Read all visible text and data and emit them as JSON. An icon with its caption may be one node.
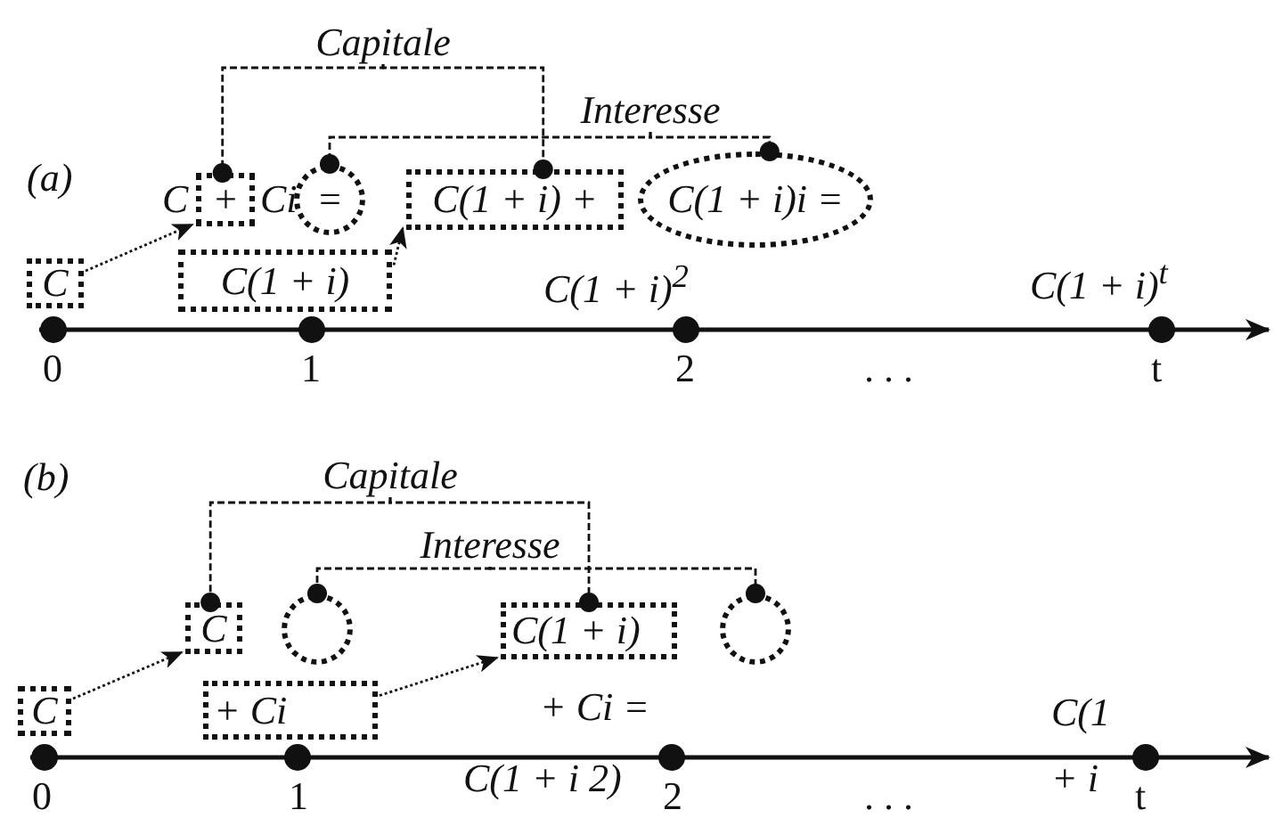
{
  "diagram": {
    "nodes": [
      {
        "text": [
          "C"
        ]
      },
      {
        "text": [
          "+"
        ]
      },
      {
        "text": [
          "="
        ]
      },
      {
        "text": [
          "C(1 + i)"
        ]
      },
      {
        "text": [
          "C(1 + i) +"
        ]
      },
      {
        "text": [
          "C(1 + i)i ="
        ]
      },
      {
        "text": [
          "Capitale"
        ]
      },
      {
        "text": [
          "Interesse"
        ]
      },
      {
        "text": [
          "C"
        ]
      },
      {
        "text": [
          "C"
        ]
      },
      {
        "text": [],
        "shape": "circle"
      },
      {
        "text": [
          "+ Ci"
        ]
      },
      {
        "text": [
          "C(1 + i)"
        ]
      },
      {
        "text": [],
        "shape": "circle"
      },
      {
        "text": [
          "Capitale"
        ]
      },
      {
        "text": [
          "Interesse"
        ]
      }
    ],
    "edges": [
      {
        "from": 0,
        "to": 1,
        "arrow": "to"
      },
      {
        "from": 3,
        "to": 4,
        "arrow": "to"
      },
      {
        "from": 6,
        "to": 1,
        "arrow": "other",
        "style": "dashed"
      },
      {
        "from": 6,
        "to": 4,
        "arrow": "other",
        "style": "dashed"
      },
      {
        "from": 7,
        "to": 2,
        "arrow": "other",
        "style": "dashed"
      },
      {
        "from": 7,
        "to": 5,
        "arrow": "other",
        "style": "dashed"
      },
      {
        "from": 8,
        "to": 9,
        "arrow": "to"
      },
      {
        "from": 11,
        "to": 12,
        "arrow": "to"
      },
      {
        "from": 14,
        "to": 9,
        "arrow": "other",
        "style": "dashed"
      },
      {
        "from": 14,
        "to": 12,
        "arrow": "other",
        "style": "dashed"
      },
      {
        "from": 15,
        "to": 10,
        "arrow": "other",
        "style": "dashed"
      },
      {
        "from": 15,
        "to": 13,
        "arrow": "other",
        "style": "dashed"
      }
    ],
    "labels": [
      "(a)",
      "C",
      "Ci",
      "C(1 + i)$^{2}$",
      "C(1 + i)$^{t}$",
      "0",
      "1",
      "2",
      ". . .",
      "t",
      "(b)",
      "+ Ci =",
      "C(1",
      "C(1 + i 2)",
      "+ i",
      "0",
      "1",
      "2",
      ". . .",
      "t"
    ]
  }
}
